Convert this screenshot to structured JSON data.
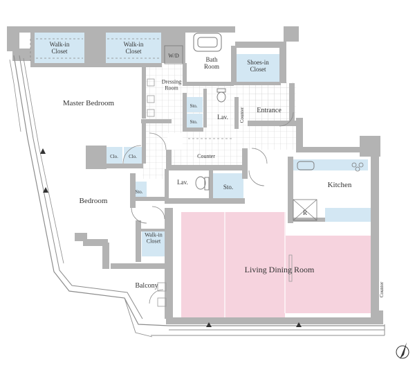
{
  "colors": {
    "wall": "#b3b3b3",
    "wall_dark": "#9e9e9e",
    "storage_blue": "#d3e7f3",
    "living_pink": "#f6d3de",
    "tile_line": "#c8c8c8",
    "text": "#333333",
    "balcony_line": "#8c8c8c"
  },
  "rooms": {
    "walk_in_closet_1": "Walk-in\nCloset",
    "walk_in_closet_2": "Walk-in\nCloset",
    "wd": "W/D",
    "bath_room": "Bath\nRoom",
    "shoes_in_closet": "Shoes-in\nCloset",
    "master_bedroom": "Master Bedroom",
    "dressing_room": "Dressing\nRoom",
    "sto_1": "Sto.",
    "sto_2": "Sto.",
    "lav_1": "Lav.",
    "counter_vertical": "Counter",
    "entrance": "Entrance",
    "counter_horizontal": "Counter",
    "clo_1": "Clo.",
    "clo_2": "Clo.",
    "kitchen": "Kitchen",
    "sto_3": "Sto.",
    "lav_2": "Lav.",
    "sto_4": "Sto.",
    "bedroom": "Bedroom",
    "refrigerator": "R",
    "walk_in_closet_3": "Walk-in\nCloset",
    "living_dining_room": "Living Dining Room",
    "balcony": "Balcony",
    "counter_right": "Counter"
  },
  "icons": {
    "compass": "north-arrow-icon",
    "bathtub": "bathtub-icon",
    "toilet": "toilet-icon",
    "stove": "stove-icon",
    "sink": "sink-icon"
  }
}
